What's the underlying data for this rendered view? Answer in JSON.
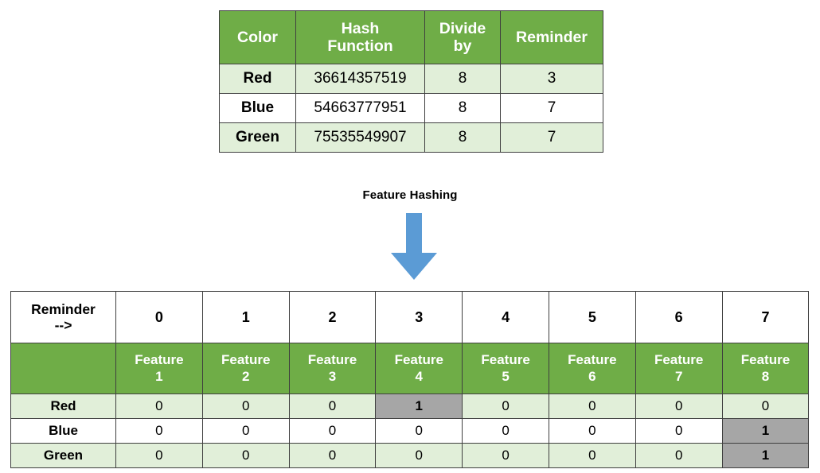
{
  "hash_table": {
    "headers": [
      "Color",
      "Hash Function",
      "Divide by",
      "Reminder"
    ],
    "header_lines": [
      [
        "Color"
      ],
      [
        "Hash",
        "Function"
      ],
      [
        "Divide",
        "by"
      ],
      [
        "Reminder"
      ]
    ],
    "rows": [
      {
        "color": "Red",
        "hash": "36614357519",
        "divide_by": "8",
        "reminder": "3"
      },
      {
        "color": "Blue",
        "hash": "54663777951",
        "divide_by": "8",
        "reminder": "7"
      },
      {
        "color": "Green",
        "hash": "75535549907",
        "divide_by": "8",
        "reminder": "7"
      }
    ]
  },
  "transform": {
    "label": "Feature Hashing",
    "arrow_direction": "down",
    "arrow_color": "#5B9BD5"
  },
  "feature_table": {
    "reminder_label_line1": "Reminder",
    "reminder_label_line2": "-->",
    "reminders": [
      "0",
      "1",
      "2",
      "3",
      "4",
      "5",
      "6",
      "7"
    ],
    "feature_label": "Feature",
    "feature_numbers": [
      "1",
      "2",
      "3",
      "4",
      "5",
      "6",
      "7",
      "8"
    ],
    "rows": [
      {
        "color": "Red",
        "values": [
          "0",
          "0",
          "0",
          "1",
          "0",
          "0",
          "0",
          "0"
        ]
      },
      {
        "color": "Blue",
        "values": [
          "0",
          "0",
          "0",
          "0",
          "0",
          "0",
          "0",
          "1"
        ]
      },
      {
        "color": "Green",
        "values": [
          "0",
          "0",
          "0",
          "0",
          "0",
          "0",
          "0",
          "1"
        ]
      }
    ]
  },
  "colors": {
    "header_green": "#6FAD47",
    "row_tint": "#E1EFD9",
    "highlight_gray": "#A6A6A6",
    "arrow_blue": "#5B9BD5",
    "border": "#3F3F3F"
  }
}
